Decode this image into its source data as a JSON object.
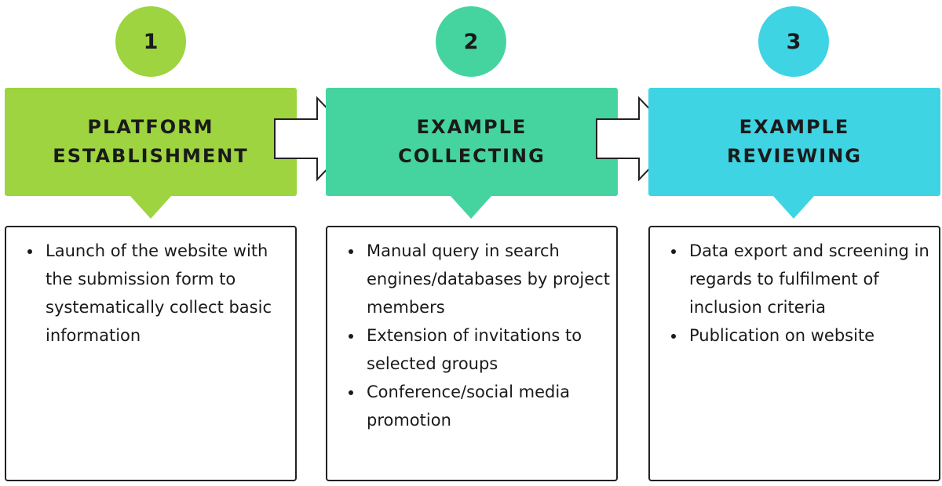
{
  "colors": {
    "step1": "#9dd43f",
    "step2": "#45d4a0",
    "step3": "#3fd4e3"
  },
  "steps": [
    {
      "number": "1",
      "title": "PLATFORM\nESTABLISHMENT",
      "color": "#9dd43f",
      "bullets": [
        "Launch of the website with the submission form to systematically collect basic information"
      ]
    },
    {
      "number": "2",
      "title": "EXAMPLE\nCOLLECTING",
      "color": "#45d4a0",
      "bullets": [
        "Manual query in search engines/databases by project members",
        "Extension of invitations to selected groups",
        "Conference/social media promotion"
      ]
    },
    {
      "number": "3",
      "title": "EXAMPLE\nREVIEWING",
      "color": "#3fd4e3",
      "bullets": [
        "Data export and screening in regards to fulfilment of inclusion criteria",
        "Publication on website"
      ]
    }
  ]
}
